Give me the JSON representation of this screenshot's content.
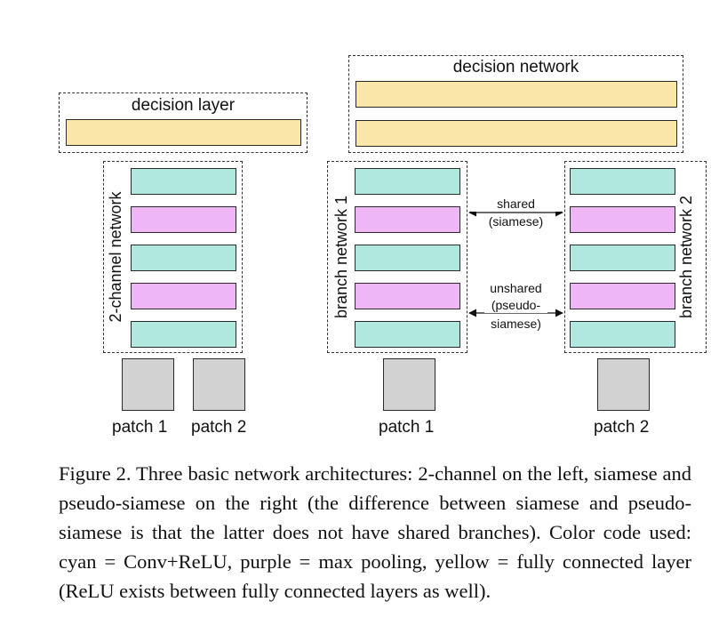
{
  "colors": {
    "cyan": "#b0e8df",
    "purple": "#eeb6f4",
    "yellow": "#fae6a8"
  },
  "left_diagram": {
    "decision_title": "decision layer",
    "branch_label": "2-channel network",
    "patches": [
      "patch 1",
      "patch 2"
    ]
  },
  "right_diagram": {
    "decision_title": "decision network",
    "branch1_label": "branch network 1",
    "branch2_label": "branch network 2",
    "shared_label": [
      "shared",
      "(siamese)"
    ],
    "unshared_label": [
      "unshared",
      "(pseudo-",
      "siamese)"
    ],
    "patches": [
      "patch 1",
      "patch 2"
    ]
  },
  "caption": "Figure 2. Three basic network architectures: 2-channel on the left, siamese and pseudo-siamese on the right (the difference between siamese and pseudo-siamese is that the latter does not have shared branches). Color code used: cyan = Conv+ReLU, purple = max pooling, yellow = fully connected layer (ReLU exists between fully connected layers as well)."
}
